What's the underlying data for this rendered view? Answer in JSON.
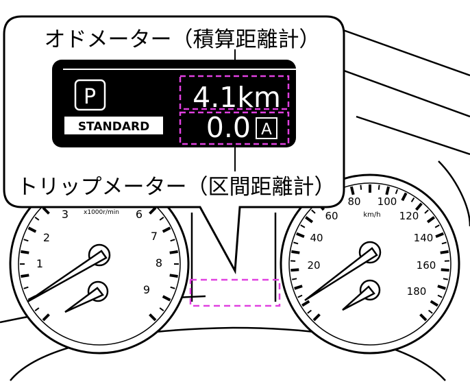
{
  "callout": {
    "odometer_label": "オドメーター（積算距離計）",
    "trip_label": "トリップメーター（区間距離計）"
  },
  "display": {
    "shift_position": "P",
    "drive_mode": "STANDARD",
    "odometer_value": "4.1km",
    "trip_value": "0.0",
    "trip_indicator": "A"
  },
  "tachometer": {
    "unit": "x1000r/min",
    "ticks": [
      "1",
      "2",
      "3",
      "6",
      "7",
      "8",
      "9"
    ]
  },
  "speedometer": {
    "unit": "km/h",
    "ticks": [
      "20",
      "40",
      "60",
      "80",
      "100",
      "120",
      "140",
      "160",
      "180"
    ]
  },
  "colors": {
    "highlight": "#e040e0",
    "screen": "#000000",
    "line": "#000000"
  }
}
